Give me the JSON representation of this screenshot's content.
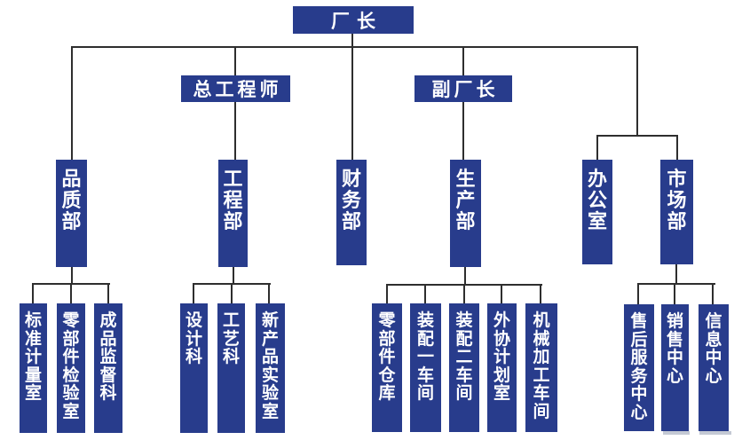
{
  "diagram": {
    "type": "org-chart",
    "background_color": "#ffffff",
    "box_color": "#283C8C",
    "text_color": "#ffffff",
    "line_color": "#2e2e2e"
  },
  "nodes": {
    "factory_director": "厂长",
    "chief_engineer": "总工程师",
    "deputy_factory_director": "副厂长",
    "quality_dept": "品质部",
    "engineering_dept": "工程部",
    "finance_dept": "财务部",
    "production_dept": "生产部",
    "office": "办公室",
    "marketing_dept": "市场部",
    "standard_metrology_room": "标准计量室",
    "parts_inspection_room": "零部件检验室",
    "finished_product_supervision_section": "成品监督科",
    "design_section": "设计科",
    "process_section": "工艺科",
    "new_product_lab": "新产品实验室",
    "parts_warehouse": "零部件仓库",
    "assembly_workshop_1": "装配一车间",
    "assembly_workshop_2": "装配二车间",
    "outsourcing_planning_room": "外协计划室",
    "machining_workshop": "机械加工车间",
    "after_sales_service_center": "售后服务中心",
    "sales_center": "销售中心",
    "information_center": "信息中心"
  },
  "tree": {
    "label": "厂长",
    "children": [
      {
        "label": "品质部",
        "children": [
          {
            "label": "标准计量室"
          },
          {
            "label": "零部件检验室"
          },
          {
            "label": "成品监督科"
          }
        ]
      },
      {
        "label": "总工程师",
        "children": [
          {
            "label": "工程部",
            "children": [
              {
                "label": "设计科"
              },
              {
                "label": "工艺科"
              },
              {
                "label": "新产品实验室"
              }
            ]
          }
        ]
      },
      {
        "label": "财务部"
      },
      {
        "label": "副厂长",
        "children": [
          {
            "label": "生产部",
            "children": [
              {
                "label": "零部件仓库"
              },
              {
                "label": "装配一车间"
              },
              {
                "label": "装配二车间"
              },
              {
                "label": "外协计划室"
              },
              {
                "label": "机械加工车间"
              }
            ]
          }
        ]
      },
      {
        "label": "办公室"
      },
      {
        "label": "市场部",
        "children": [
          {
            "label": "售后服务中心"
          },
          {
            "label": "销售中心"
          },
          {
            "label": "信息中心"
          }
        ]
      }
    ]
  }
}
